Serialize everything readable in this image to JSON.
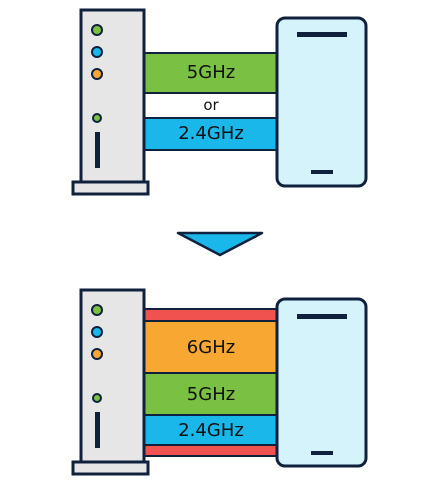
{
  "top_scene": {
    "band_5": {
      "label": "5GHz",
      "color": "#7ac143"
    },
    "separator": {
      "label": "or"
    },
    "band_24": {
      "label": "2.4GHz",
      "color": "#1ab7ea"
    }
  },
  "bottom_scene": {
    "band_6": {
      "label": "6GHz",
      "color": "#f7a832"
    },
    "band_5": {
      "label": "5GHz",
      "color": "#7ac143"
    },
    "band_24": {
      "label": "2.4GHz",
      "color": "#1ab7ea"
    },
    "edge_color": "#f0534f"
  },
  "colors": {
    "router_body": "#e6e6e6",
    "phone_body": "#d4f3fb",
    "outline": "#10213d",
    "led_green": "#7ac143",
    "led_blue": "#1ab7ea",
    "led_orange": "#f7a832",
    "arrow": "#1ab7ea"
  },
  "icons": {
    "router": "router-icon",
    "phone": "smartphone-icon",
    "arrow": "down-triangle-arrow-icon"
  }
}
